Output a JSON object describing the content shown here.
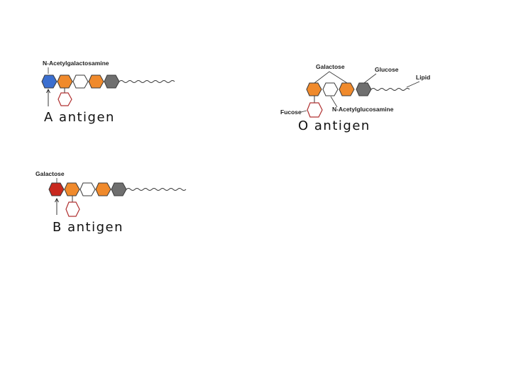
{
  "colors": {
    "n_acetylgalactosamine": "#3b6fd0",
    "galactose_terminal": "#c8281e",
    "galactose": "#f08a2c",
    "glucose": "#6f6f6f",
    "outline": "#3a3a3a",
    "fucose_outline": "#b03030",
    "empty": "#ffffff"
  },
  "panels": {
    "a": {
      "top_label": "N-Acetylgalactosamine",
      "name": "A antigen"
    },
    "b": {
      "top_label": "Galactose",
      "name": "B antigen"
    },
    "o": {
      "galactose_label": "Galactose",
      "glucose_label": "Glucose",
      "lipid_label": "Lipid",
      "fucose_label": "Fucose",
      "nag_label": "N-Acetylglucosamine",
      "name": "O antigen"
    }
  }
}
